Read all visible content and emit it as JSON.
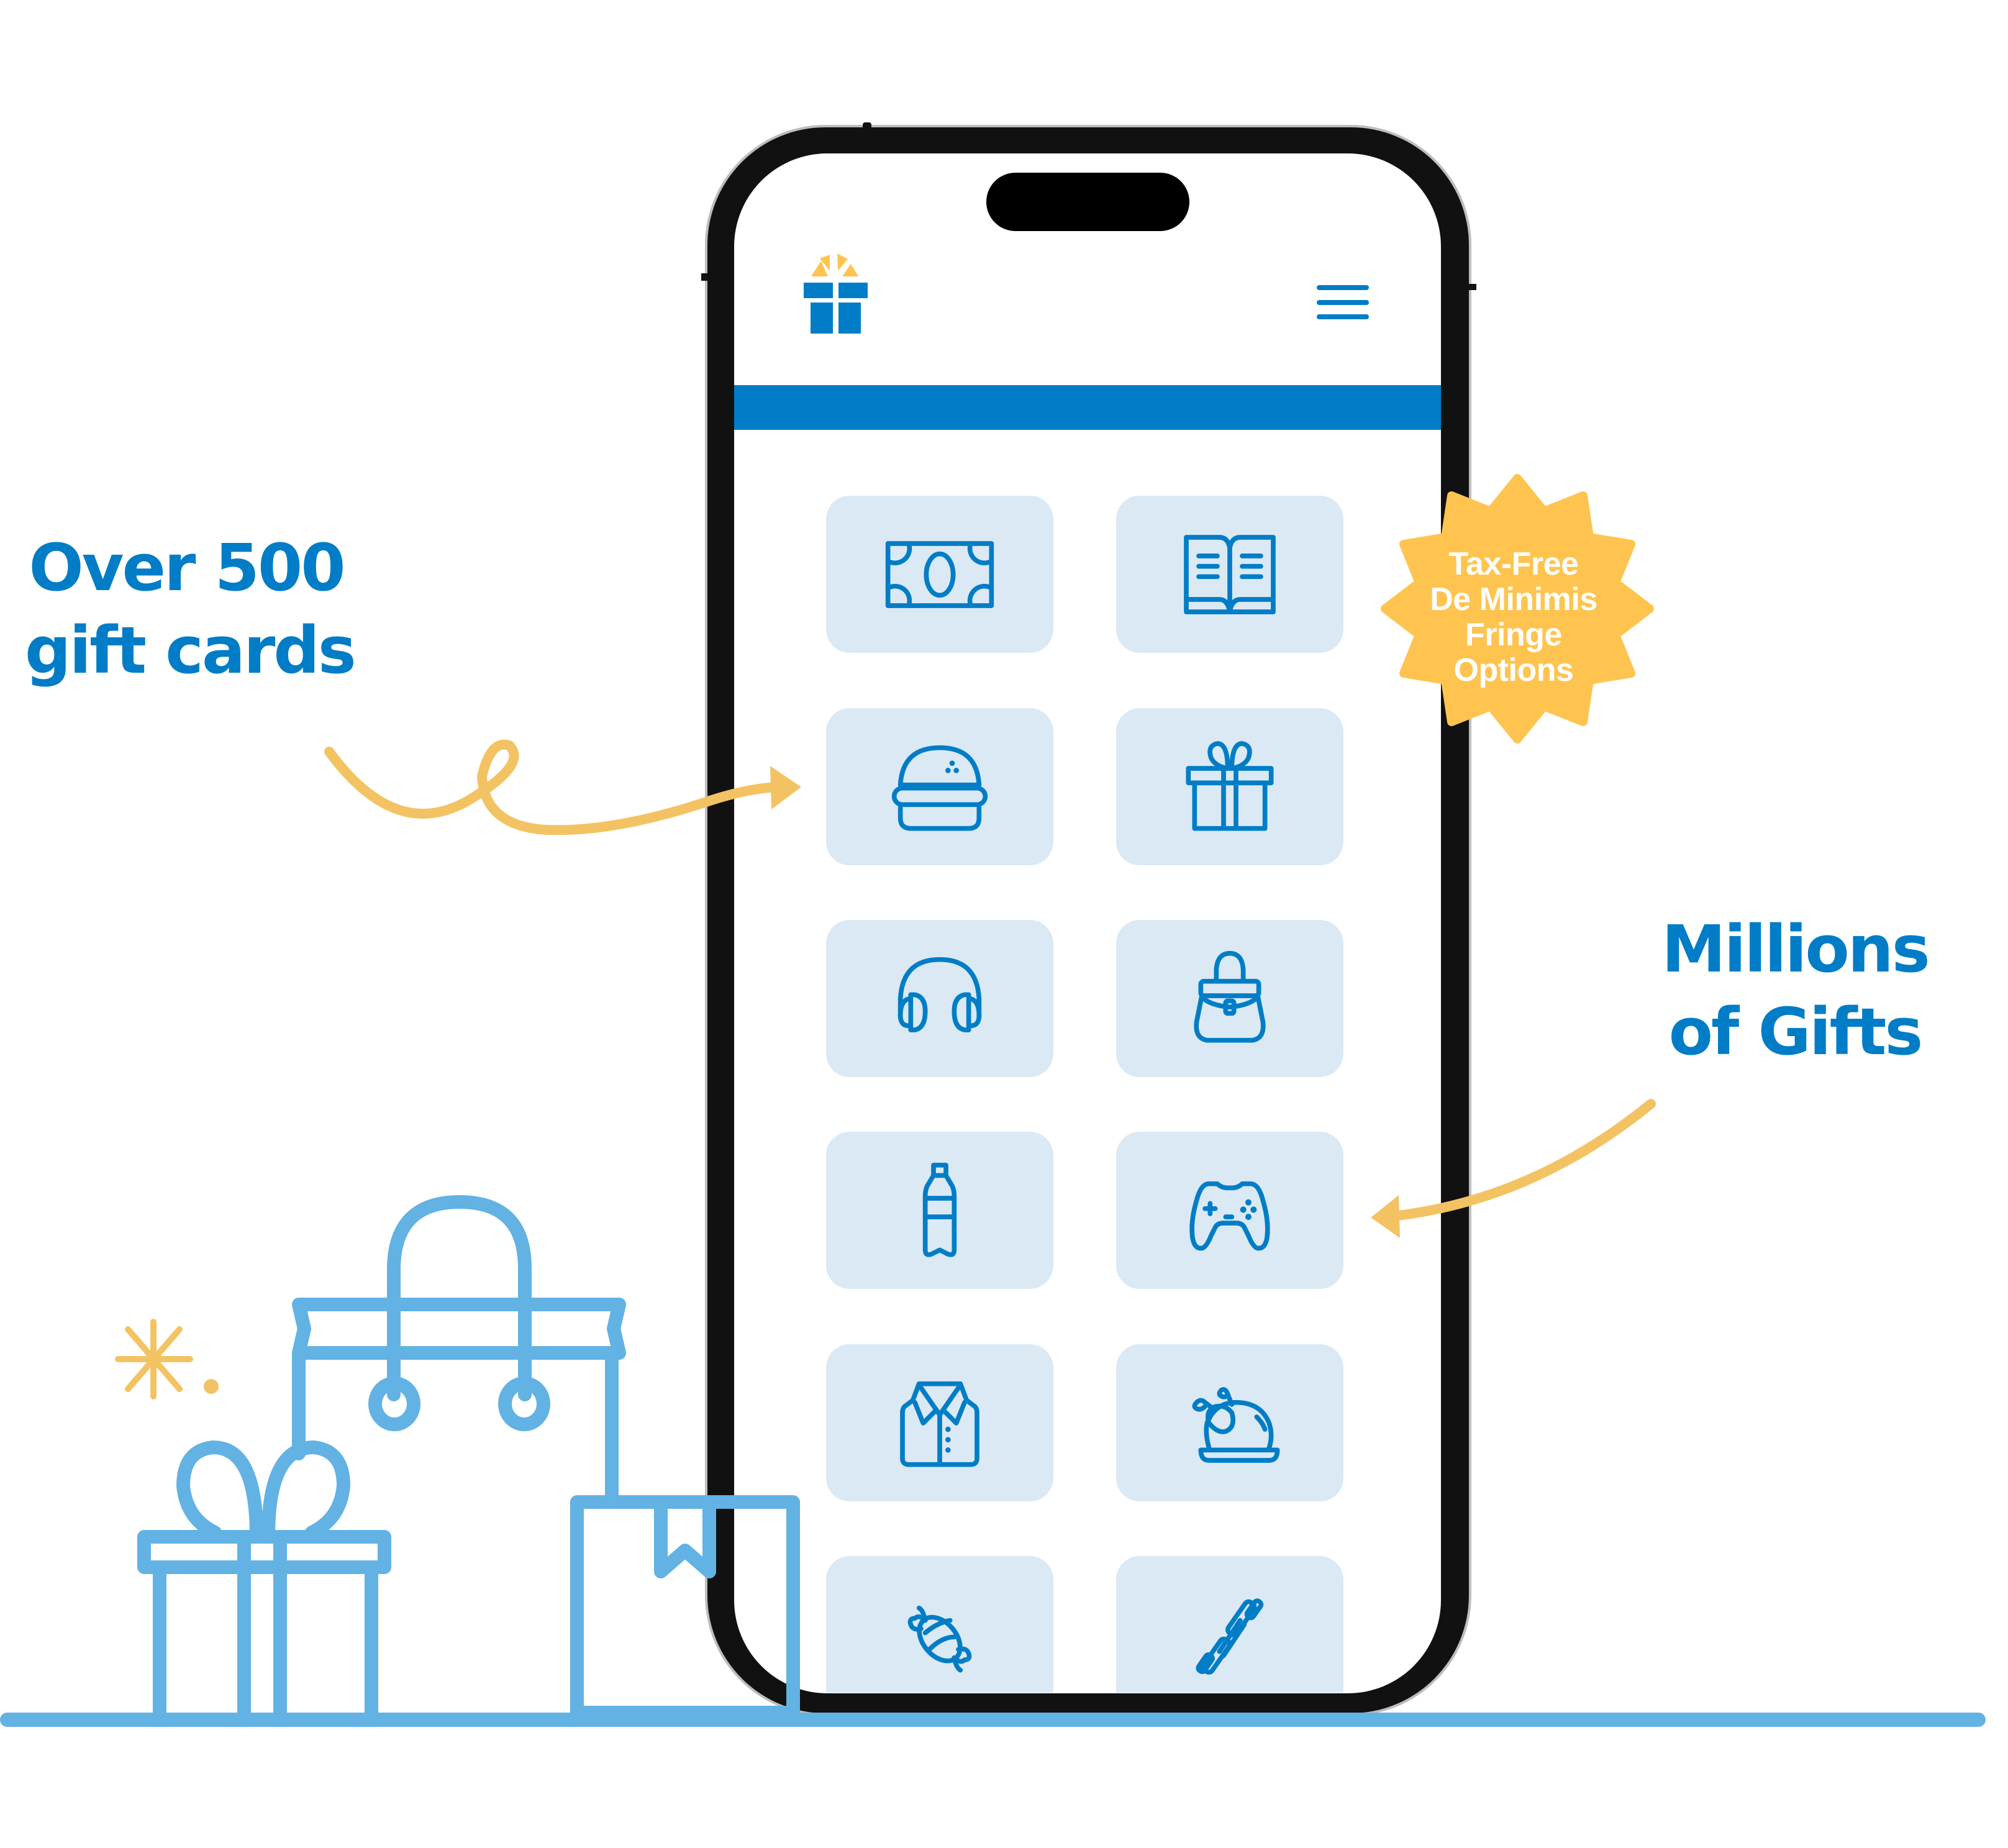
{
  "colors": {
    "brand_blue": "#007DC6",
    "light_blue": "#62B2E4",
    "tile_bg": "#DAE9F4",
    "accent_yellow": "#FFC44F",
    "arrow_yellow": "#F3C363",
    "phone_frame": "#111111"
  },
  "callouts": {
    "left": {
      "line1": "Over 500",
      "line2": "gift cards"
    },
    "right": {
      "line1": "Millions",
      "line2": "of Gifts"
    }
  },
  "badge": {
    "lines": [
      "Tax-Free",
      "De Minimis",
      "Fringe",
      "Options"
    ]
  },
  "phone": {
    "header": {
      "logo_icon": "gift-logo-icon",
      "menu_icon": "hamburger-menu-icon"
    },
    "banner_color": "#007DC6",
    "categories": [
      {
        "icon": "money-bill-icon"
      },
      {
        "icon": "open-book-icon"
      },
      {
        "icon": "burger-icon"
      },
      {
        "icon": "gift-box-icon"
      },
      {
        "icon": "headphones-icon"
      },
      {
        "icon": "handbag-icon"
      },
      {
        "icon": "water-bottle-icon"
      },
      {
        "icon": "game-controller-icon"
      },
      {
        "icon": "shirt-icon"
      },
      {
        "icon": "roast-chicken-icon"
      },
      {
        "icon": "candy-icon"
      },
      {
        "icon": "dumbbell-icon"
      }
    ]
  },
  "illustration": {
    "items": [
      "sparkle-icon",
      "shopping-bag-icon",
      "gift-box-icon",
      "shipping-box-icon",
      "ground-line"
    ]
  }
}
